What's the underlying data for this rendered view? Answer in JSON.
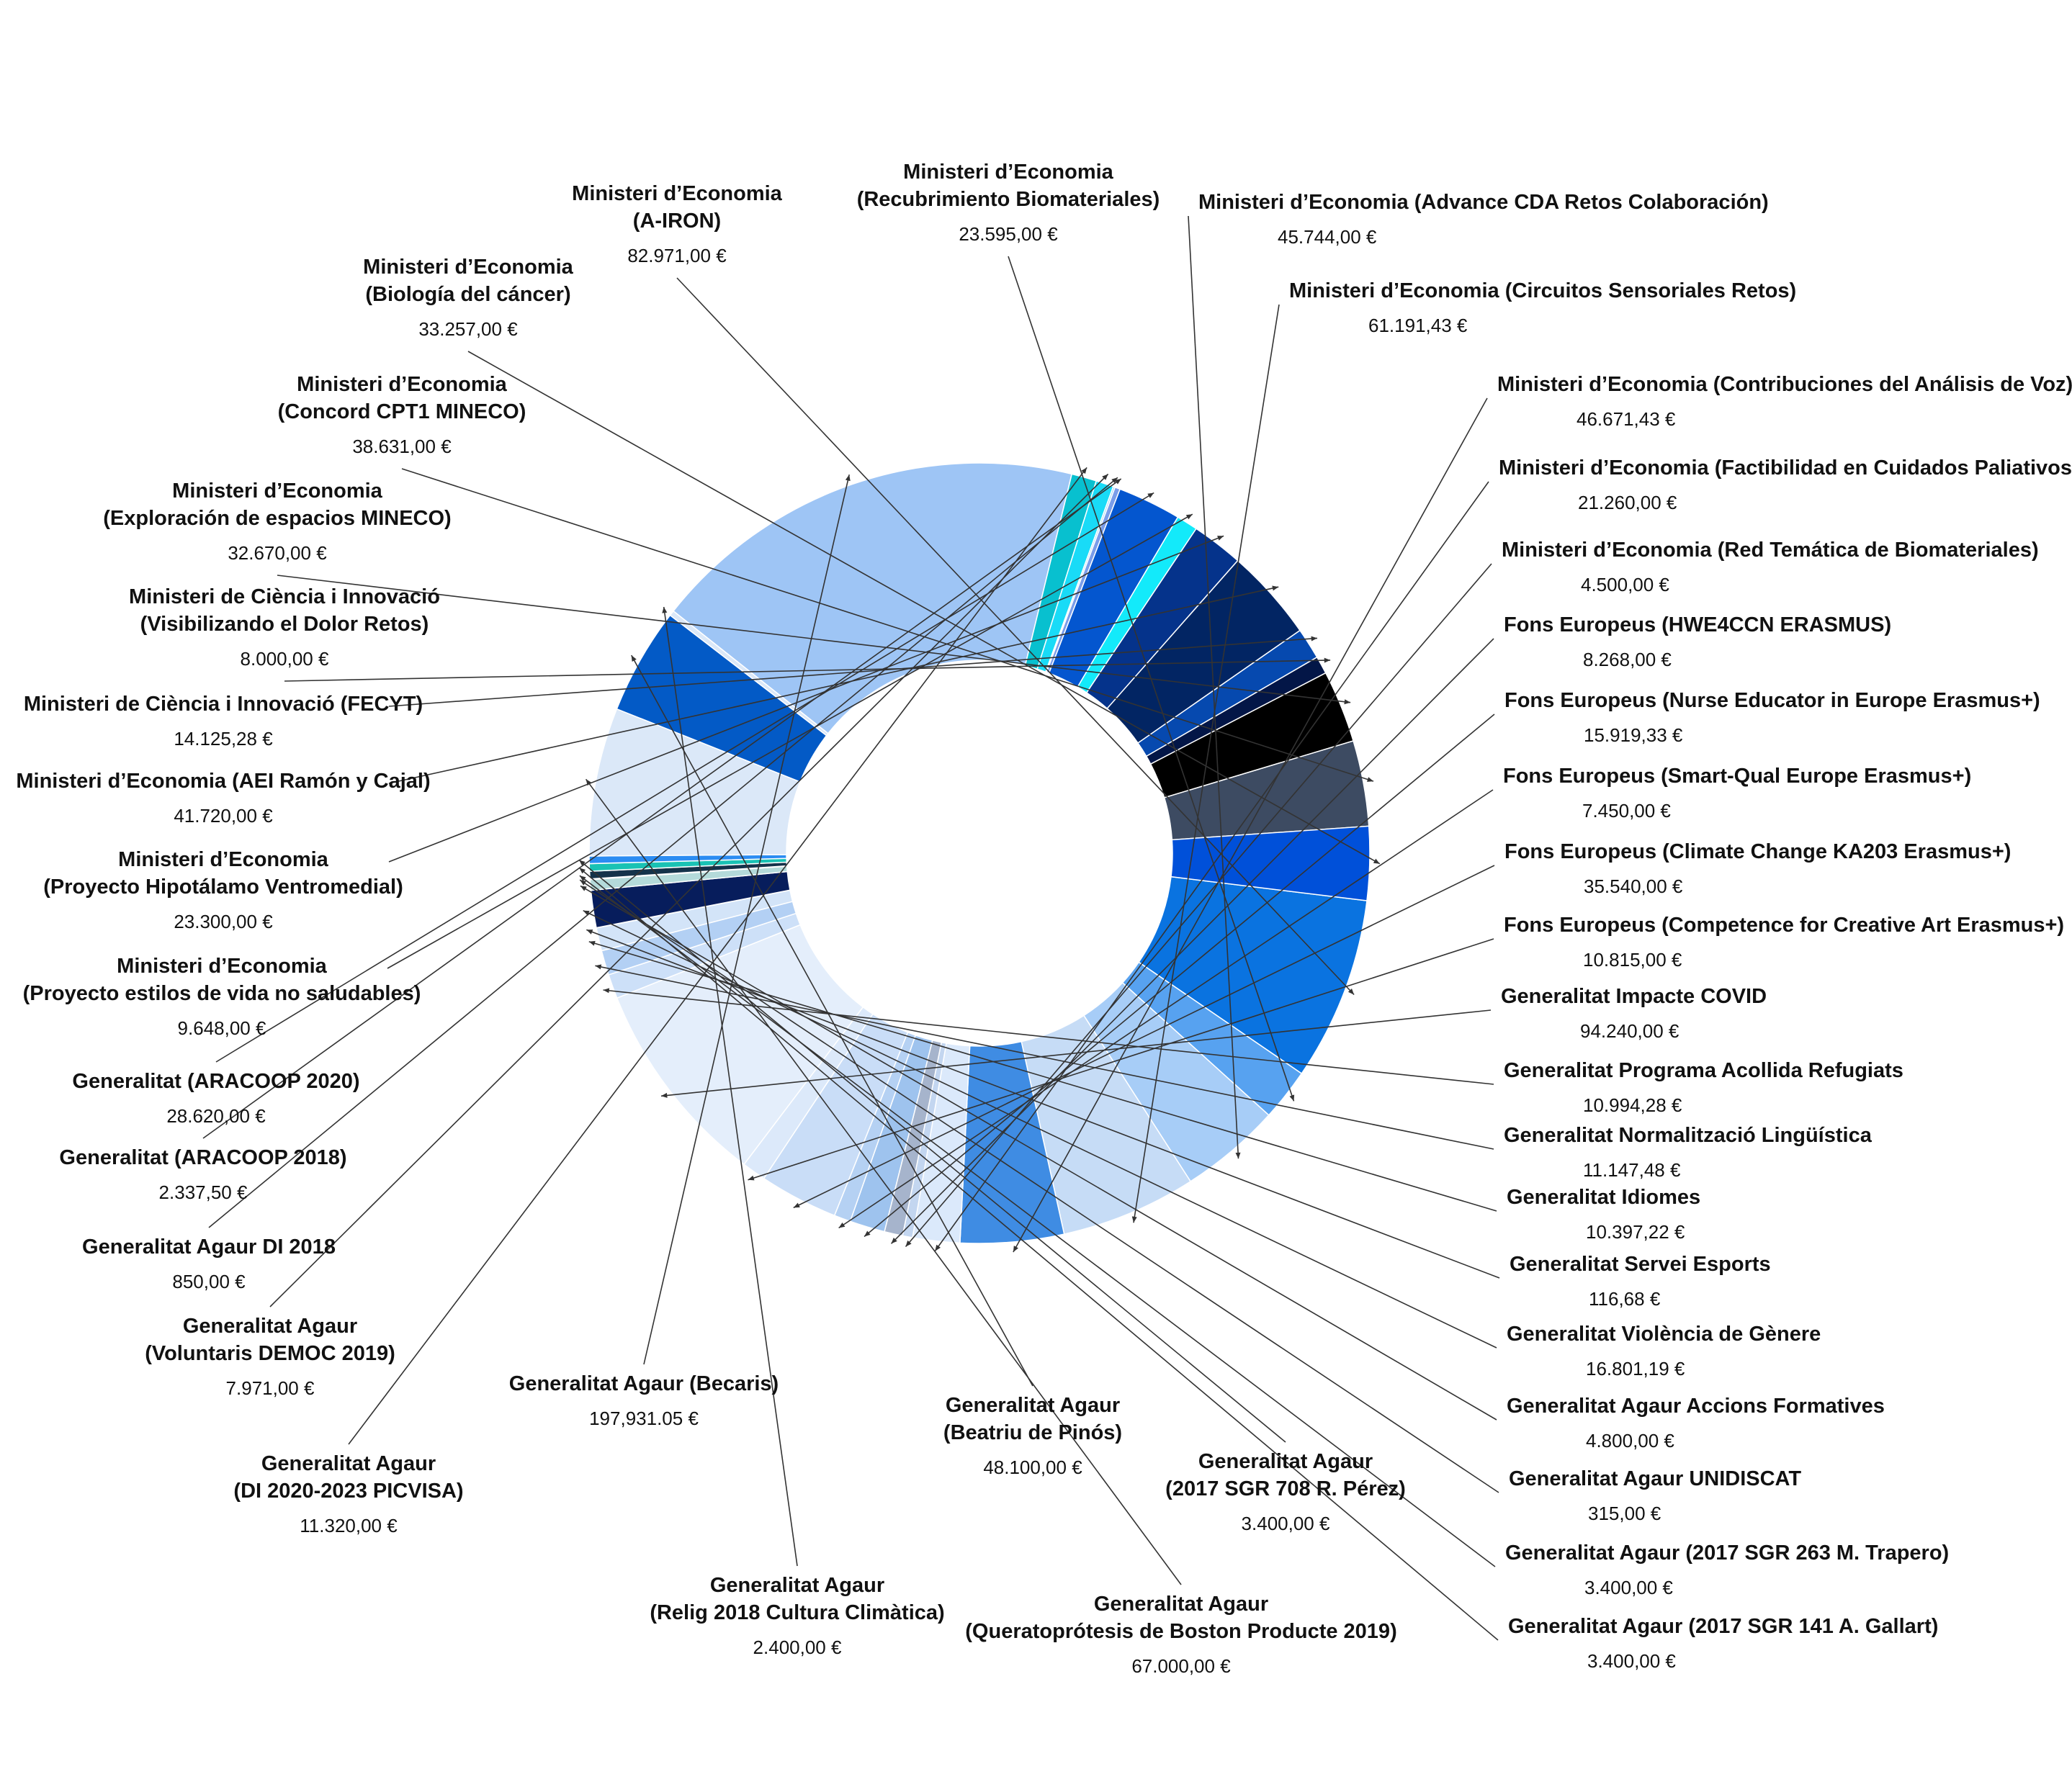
{
  "chart_data": {
    "type": "pie",
    "variant": "donut",
    "title": "",
    "legend": "none (callout labels around the ring)",
    "slices": [
      {
        "name": "Ministeri d'Economia\n(A-IRON)",
        "value": 82971.0,
        "value_label": "82.971,00  €",
        "color": "#0a73e0"
      },
      {
        "name": "Ministeri d'Economia\n(Recubrimiento Biomateriales)",
        "value": 23595.0,
        "value_label": "23.595,00  €",
        "color": "#57a2f0"
      },
      {
        "name": "Ministeri d'Economia (Advance CDA Retos Colaboración)",
        "value": 45744.0,
        "value_label": "45.744,00 €",
        "color": "#a7cdf7"
      },
      {
        "name": "Ministeri d'Economia (Circuitos Sensoriales Retos)",
        "value": 61191.43,
        "value_label": "61.191,43 €",
        "color": "#c6dcf6"
      },
      {
        "name": "Ministeri d'Economia (Contribuciones del Análisis de Voz)",
        "value": 46671.43,
        "value_label": "46.671,43 €",
        "color": "#3f8ce3"
      },
      {
        "name": "Ministeri d'Economia (Factibilidad en Cuidados Paliativos)",
        "value": 21260.0,
        "value_label": "21.260,00 €",
        "color": "#dbe9fb"
      },
      {
        "name": "Ministeri d'Economia (Red Temática de Biomateriales)",
        "value": 4500.0,
        "value_label": "4.500,00 €",
        "color": "#c3d6f0"
      },
      {
        "name": "Fons Europeus (HWE4CCN ERASMUS)",
        "value": 8268.0,
        "value_label": "8.268,00 €",
        "color": "#a6b4cc"
      },
      {
        "name": "Fons Europeus (Nurse Educator in Europe Erasmus+)",
        "value": 15919.33,
        "value_label": "15.919,33 €",
        "color": "#9ec3ee"
      },
      {
        "name": "Fons Europeus (Smart-Qual Europe Erasmus+)",
        "value": 7450.0,
        "value_label": "7.450,00 €",
        "color": "#b5d1f3"
      },
      {
        "name": "Fons Europeus (Climate Change KA203 Erasmus+)",
        "value": 35540.0,
        "value_label": "35.540,00 €",
        "color": "#c9ddf7"
      },
      {
        "name": "Fons Europeus (Competence for Creative Art Erasmus+)",
        "value": 10815.0,
        "value_label": "10.815,00 €",
        "color": "#dce9fa"
      },
      {
        "name": "Generalitat Impacte COVID",
        "value": 94240.0,
        "value_label": "94.240,00 €",
        "color": "#e4eefb"
      },
      {
        "name": "Generalitat Programa Acollida Refugiats",
        "value": 10994.28,
        "value_label": "10.994,28 €",
        "color": "#cde0f8"
      },
      {
        "name": "Generalitat Normalització Lingüística",
        "value": 11147.48,
        "value_label": "11.147,48 €",
        "color": "#b3d0f4"
      },
      {
        "name": "Generalitat Idiomes",
        "value": 10397.22,
        "value_label": "10.397,22 €",
        "color": "#d3e4f8"
      },
      {
        "name": "Generalitat Servei Esports",
        "value": 116.68,
        "value_label": "116,68 €",
        "color": "#5a8fd6"
      },
      {
        "name": "Generalitat Violència de Gènere",
        "value": 16801.19,
        "value_label": "16.801,19 €",
        "color": "#071d5c"
      },
      {
        "name": "Generalitat Agaur Accions Formatives",
        "value": 4800.0,
        "value_label": "4.800,00 €",
        "color": "#b4dada"
      },
      {
        "name": "Generalitat Agaur UNIDISCAT",
        "value": 315.0,
        "value_label": "315,00 €",
        "color": "#7fd8c0"
      },
      {
        "name": "Generalitat Agaur (2017 SGR 263 M. Trapero)",
        "value": 3400.0,
        "value_label": "3.400,00 €",
        "color": "#14324a"
      },
      {
        "name": "Generalitat Agaur (2017 SGR 141 A. Gallart)",
        "value": 3400.0,
        "value_label": "3.400,00 €",
        "color": "#19c2b4"
      },
      {
        "name": "Generalitat Agaur\n(2017 SGR 708 R. Pérez)",
        "value": 3400.0,
        "value_label": "3.400,00 €",
        "color": "#2b8cf2"
      },
      {
        "name": "Generalitat Agaur\n(Queratoprótesis de Boston Producte 2019)",
        "value": 67000.0,
        "value_label": "67.000,00 €",
        "color": "#dbe8f8"
      },
      {
        "name": "Generalitat Agaur\n(Beatriu de Pinós)",
        "value": 48100.0,
        "value_label": "48.100,00 €",
        "color": "#035ac6"
      },
      {
        "name": "Generalitat Agaur\n(Relig 2018 Cultura Climàtica)",
        "value": 2400.0,
        "value_label": "2.400,00 €",
        "color": "#dbe8f8"
      },
      {
        "name": "Generalitat Agaur (Becaris)",
        "value": 197931.05,
        "value_label": "197,931.05 €",
        "color": "#9ec5f5"
      },
      {
        "name": "Generalitat Agaur\n(DI 2020-2023 PICVISA)",
        "value": 11320.0,
        "value_label": "11.320,00 €",
        "color": "#08c0cf"
      },
      {
        "name": "Generalitat Agaur\n(Voluntaris DEMOC 2019)",
        "value": 7971.0,
        "value_label": "7.971,00 €",
        "color": "#19dbf7"
      },
      {
        "name": "Generalitat Agaur DI 2018",
        "value": 850.0,
        "value_label": "850,00 €",
        "color": "#a9d9f6"
      },
      {
        "name": "Generalitat (ARACOOP 2018)",
        "value": 2337.5,
        "value_label": "2.337,50 €",
        "color": "#7a9de9"
      },
      {
        "name": "Generalitat (ARACOOP 2020)",
        "value": 28620.0,
        "value_label": "28.620,00 €",
        "color": "#0456cf"
      },
      {
        "name": "Ministeri d'Economia\n(Proyecto estilos de vida no saludables)",
        "value": 9648.0,
        "value_label": "9.648,00 €",
        "color": "#13eafa"
      },
      {
        "name": "Ministeri d'Economia\n(Proyecto Hipotálamo Ventromedial)",
        "value": 23300.0,
        "value_label": "23.300,00 €",
        "color": "#05338b"
      },
      {
        "name": "Ministeri d'Economia (AEI Ramón y Cajal)",
        "value": 41720.0,
        "value_label": "41.720,00 €",
        "color": "#022563"
      },
      {
        "name": "Ministeri de Ciència i Innovació (FECYT)",
        "value": 14125.28,
        "value_label": "14.125,28  €",
        "color": "#0649af"
      },
      {
        "name": "Ministeri de Ciència i Innovació\n(Visibilizando el Dolor Retos)",
        "value": 8000.0,
        "value_label": "8.000,00  €",
        "color": "#031647"
      },
      {
        "name": "Ministeri d'Economia\n(Exploración de espacios MINECO)",
        "value": 32670.0,
        "value_label": "32.670,00  €",
        "color": "#000000"
      },
      {
        "name": "Ministeri d'Economia\n(Concord CPT1 MINECO)",
        "value": 38631.0,
        "value_label": "38.631,00  €",
        "color": "#3d4b62"
      },
      {
        "name": "Ministeri d'Economia\n(Biología del cáncer)",
        "value": 33257.0,
        "value_label": "33.257,00  €",
        "color": "#0050d9"
      }
    ]
  }
}
